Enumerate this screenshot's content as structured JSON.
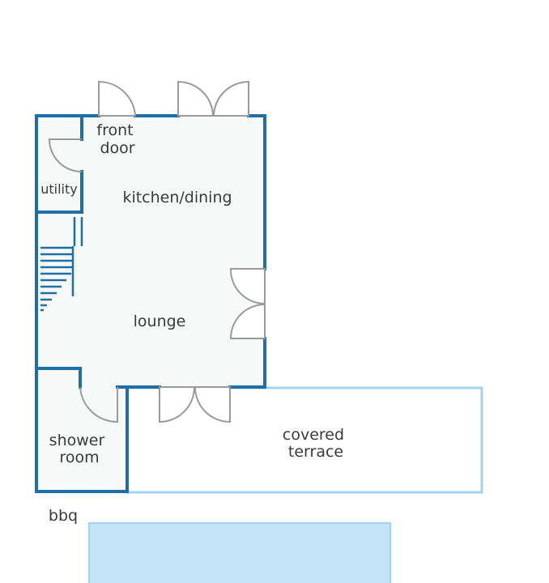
{
  "colors": {
    "wall": "#1f6ea6",
    "wall_light": "#9fd3f0",
    "floor": "#f7f8f8",
    "door": "#9a9a9a",
    "pool": "#c3e4f8",
    "text": "#3a3a3a"
  },
  "rooms": {
    "front_door": [
      "front",
      "door"
    ],
    "utility": "utility",
    "kitchen": "kitchen/dining",
    "lounge": "lounge",
    "shower": [
      "shower",
      "room"
    ],
    "terrace": [
      "covered",
      "terrace"
    ],
    "bbq": "bbq"
  }
}
